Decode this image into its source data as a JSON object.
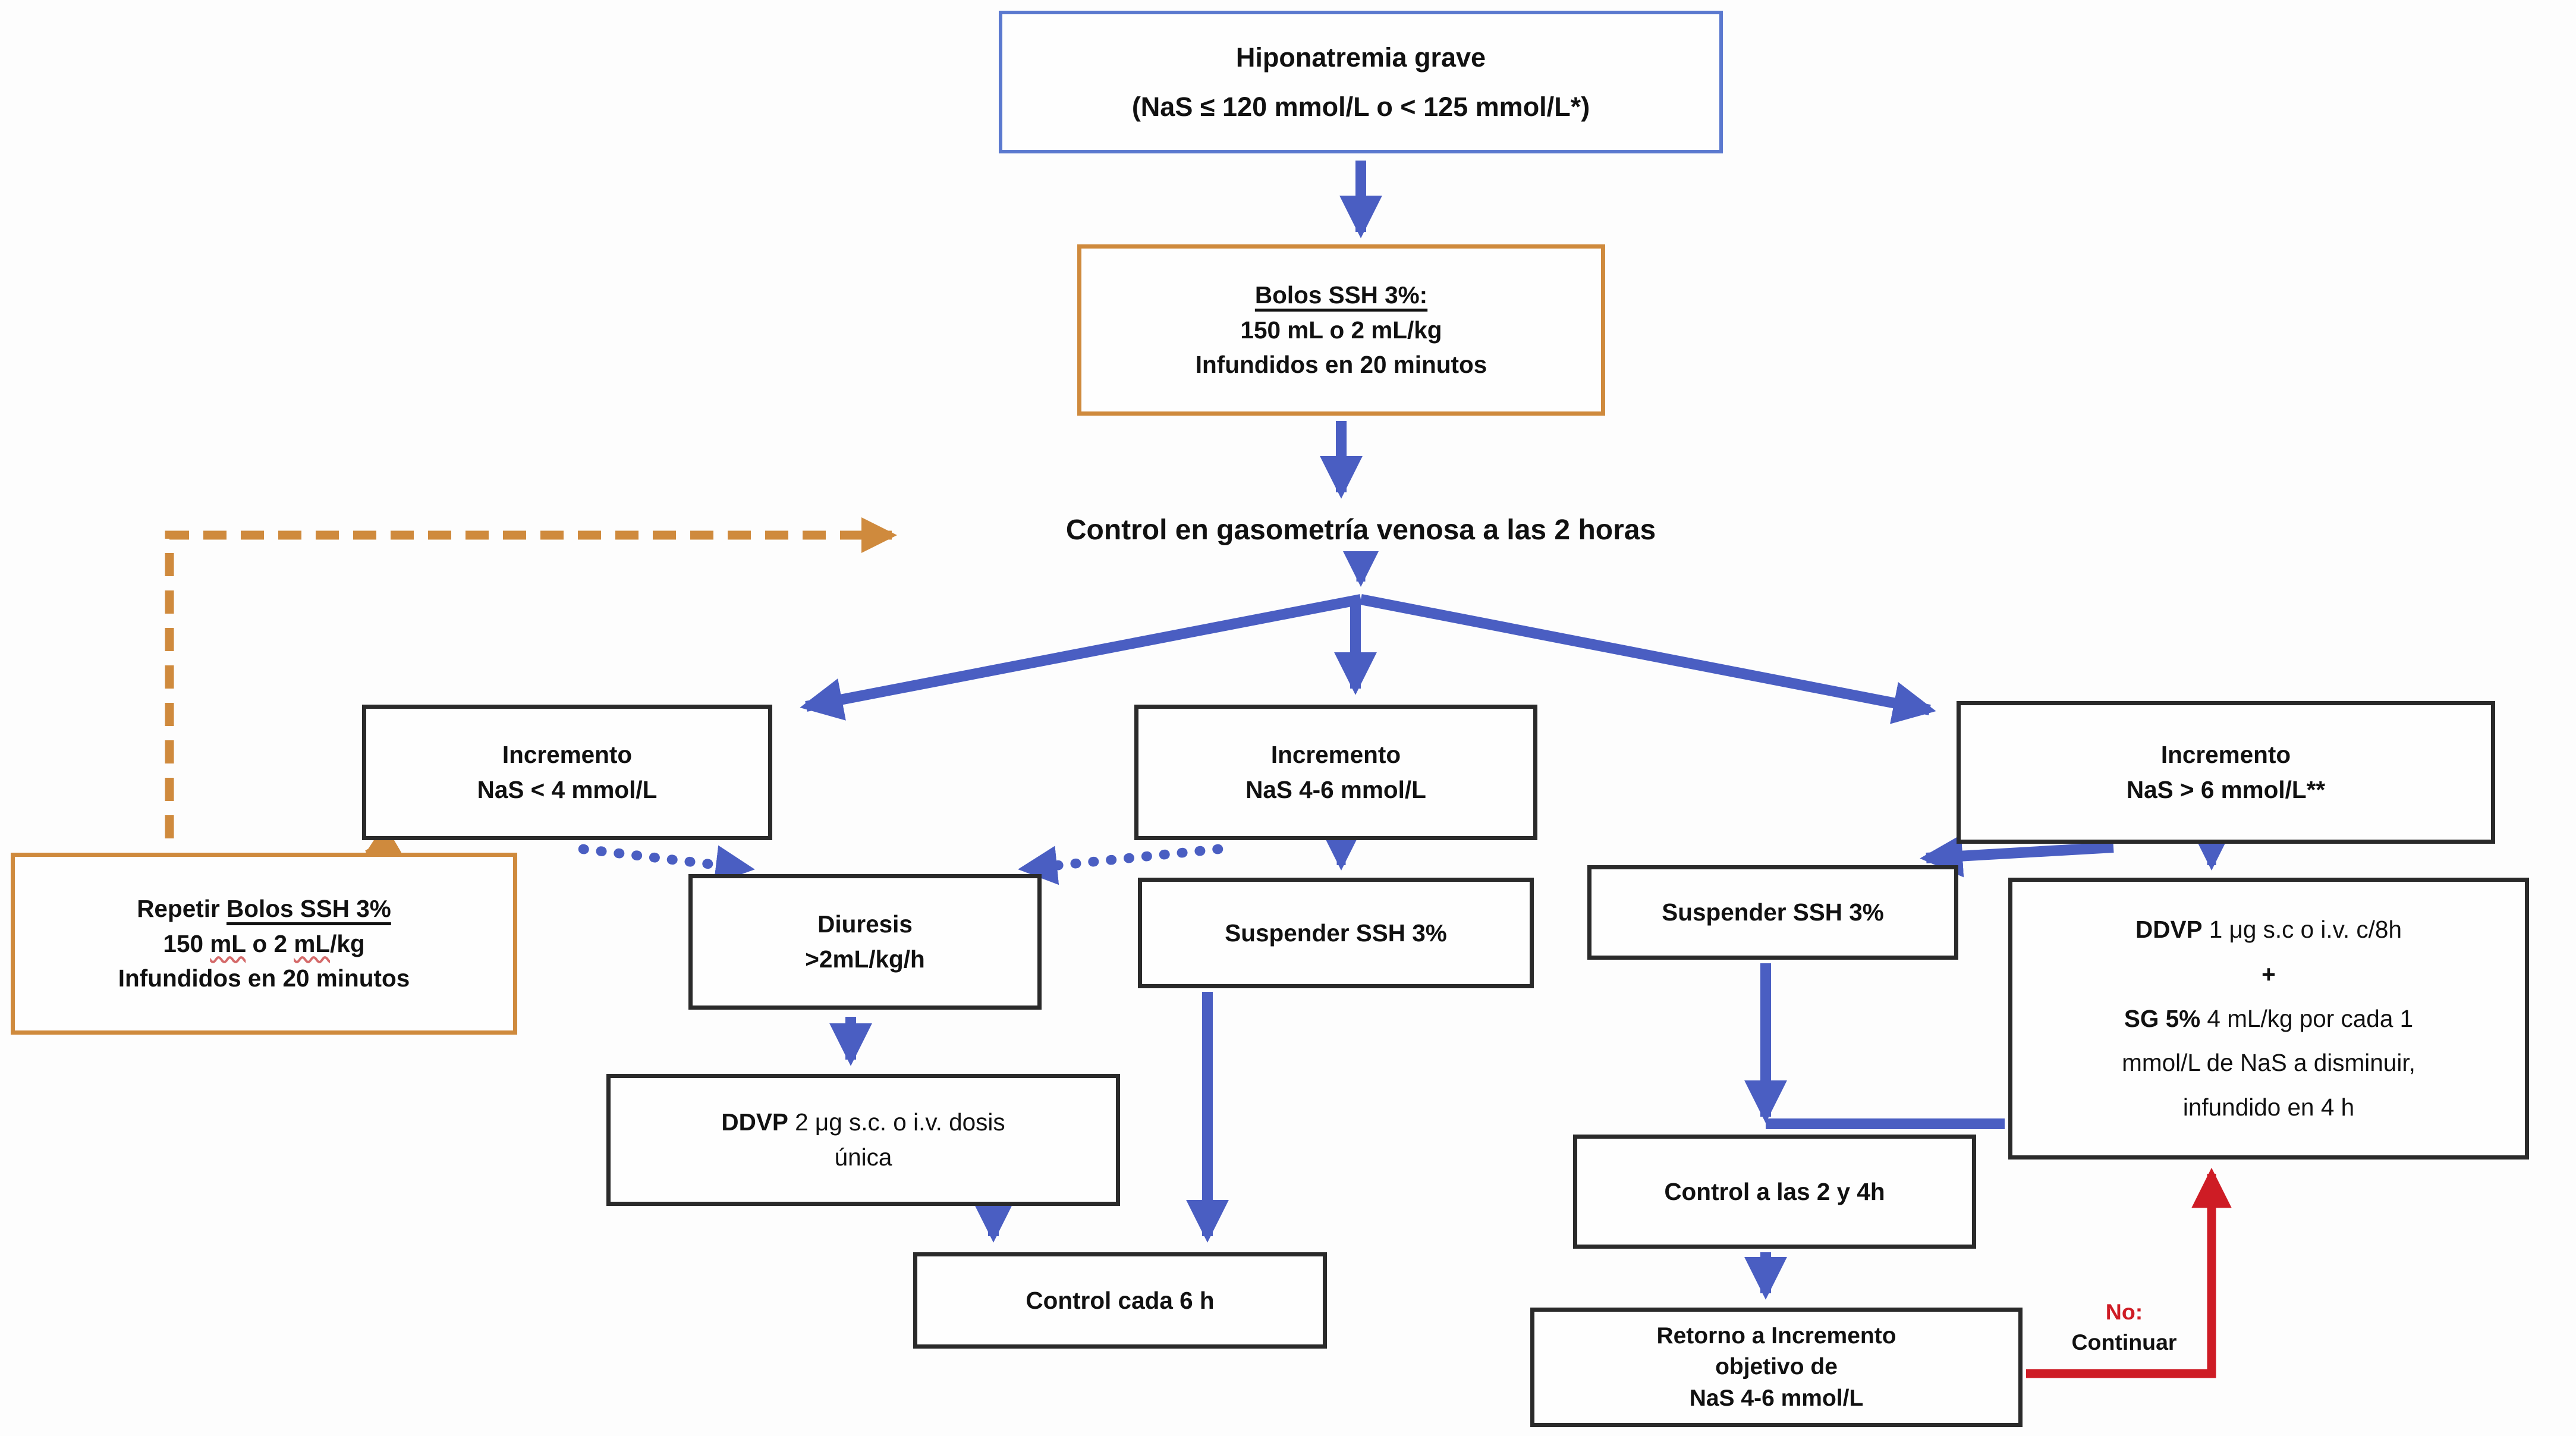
{
  "diagram": {
    "title_box": {
      "line1": "Hiponatremia grave",
      "line2": "(NaS ≤ 120 mmol/L o < 125 mmol/L*)"
    },
    "bolos_box": {
      "title": "Bolos SSH 3%:",
      "line2": "150 mL o 2 mL/kg",
      "line3": "Infundidos en 20 minutos"
    },
    "control_gasometria": {
      "label": "Control en gasometría venosa a las 2 horas"
    },
    "incremento_menor4": {
      "line1": "Incremento",
      "line2": "NaS < 4 mmol/L"
    },
    "incremento_4_6": {
      "line1": "Incremento",
      "line2": "NaS 4-6 mmol/L"
    },
    "incremento_mayor6": {
      "line1": "Incremento",
      "line2": "NaS > 6 mmol/L**"
    },
    "repetir_box": {
      "prefix": "Repetir ",
      "underlined": "Bolos SSH 3%",
      "line2_parts": [
        "150 ",
        "mL",
        " o 2 ",
        "mL",
        "/kg"
      ],
      "line3": "Infundidos en 20 minutos"
    },
    "diuresis_box": {
      "line1": "Diuresis",
      "line2": ">2mL/kg/h"
    },
    "suspender_mid": {
      "label": "Suspender SSH 3%"
    },
    "suspender_right": {
      "label": "Suspender SSH 3%"
    },
    "ddvp_unica_box": {
      "l1_strong": "DDVP",
      "l1_rest": " 2 μg s.c. o i.v. dosis",
      "l2": "única"
    },
    "ddvp_c8h_box": {
      "l1_strong": "DDVP",
      "l1_rest": " 1 μg s.c o i.v. c/8h",
      "l2": "+",
      "l3_strong": "SG 5%",
      "l3_rest": " 4 mL/kg por cada 1",
      "l4": "mmol/L de NaS a disminuir,",
      "l5": "infundido en 4 h"
    },
    "control_6h": {
      "label": "Control cada 6 h"
    },
    "control_2_4h": {
      "label": "Control a las 2 y 4h"
    },
    "retorno_box": {
      "line1": "Retorno a Incremento",
      "line2": "objetivo de",
      "line3": "NaS 4-6 mmol/L"
    },
    "no_continuar": {
      "no": "No:",
      "continuar": "Continuar"
    },
    "colors": {
      "arrow_blue": "#4a5ec2",
      "box_blue_border": "#5b79cf",
      "orange": "#cf8a3d",
      "red": "#ce1c25",
      "box_black_border": "#2a2a2a"
    }
  }
}
